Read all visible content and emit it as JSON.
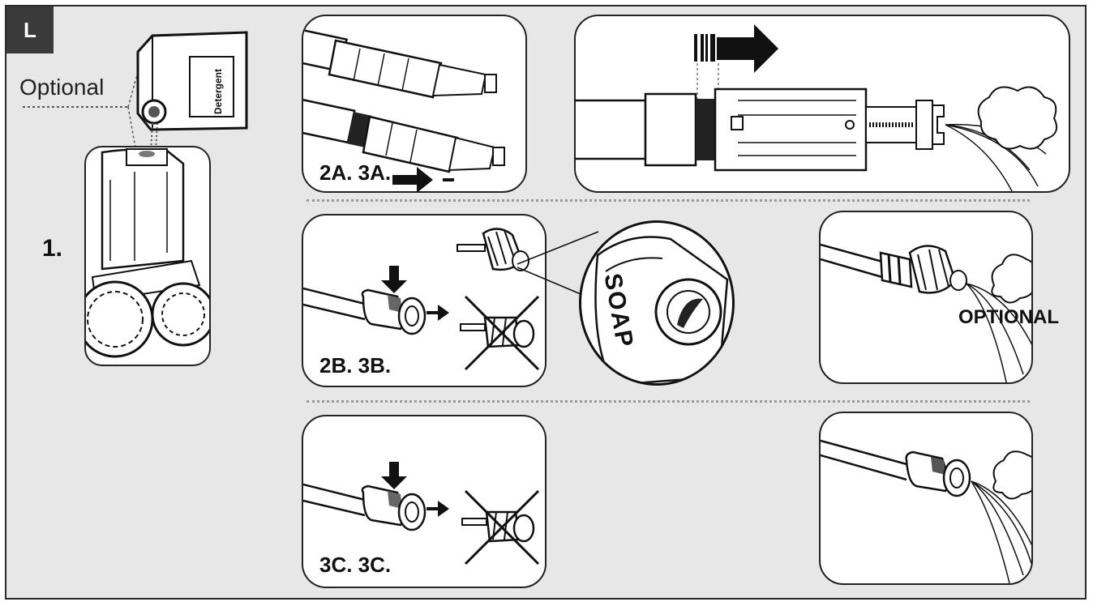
{
  "section": {
    "badge": "L"
  },
  "step1": {
    "number": "1.",
    "optional_label": "Optional",
    "bottle_label": "Detergent"
  },
  "panel_2a3a": {
    "label": "2A. 3A."
  },
  "panel_2b3b": {
    "label": "2B. 3B.",
    "magnifier_text": "SOAP"
  },
  "panel_result_2b": {
    "label": "OPTIONAL"
  },
  "panel_3c": {
    "label": "3C. 3C."
  },
  "colors": {
    "frame_bg": "#e7e7e7",
    "panel_bg": "#ffffff",
    "badge_bg": "#3a3a3a",
    "ink": "#111111"
  }
}
